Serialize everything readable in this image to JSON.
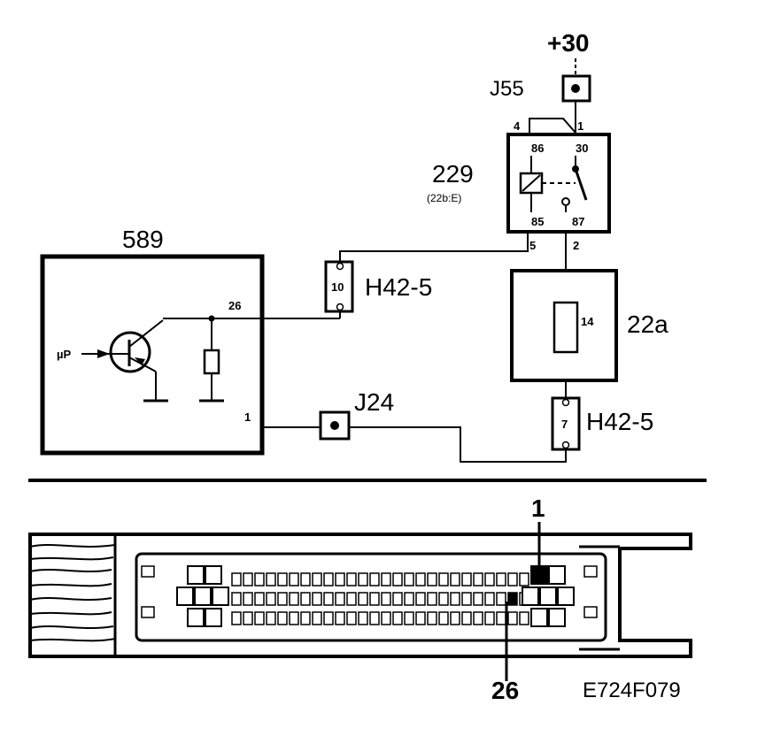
{
  "power": {
    "label": "+30"
  },
  "junction_top": {
    "label": "J55"
  },
  "relay": {
    "id": "229",
    "sub": "(22b:E)",
    "pin_86": "86",
    "pin_30": "30",
    "pin_85": "85",
    "pin_87": "87",
    "term_4": "4",
    "term_1": "1",
    "term_5": "5",
    "term_2": "2"
  },
  "ecu": {
    "id": "589",
    "pin_26": "26",
    "pin_1": "1",
    "input_label": "µP"
  },
  "connector_upper": {
    "pin": "10",
    "label": "H42-5"
  },
  "fuse_block": {
    "fuse_no": "14",
    "label": "22a"
  },
  "junction_bottom": {
    "label": "J24"
  },
  "connector_lower": {
    "pin": "7",
    "label": "H42-5"
  },
  "pinout": {
    "pin_1": "1",
    "pin_26": "26"
  },
  "figure_code": "E724F079"
}
